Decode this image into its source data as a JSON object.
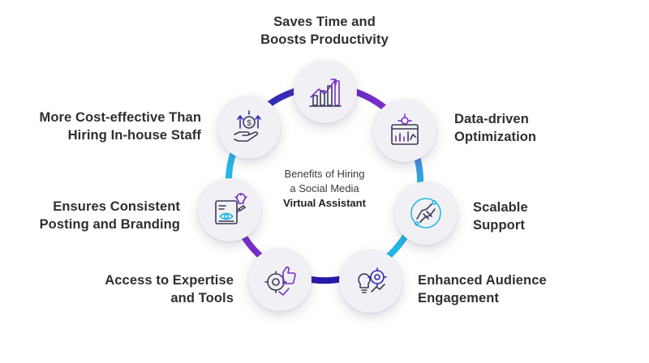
{
  "center": {
    "line1": "Benefits of Hiring",
    "line2": "a Social Media",
    "line3": "Virtual Assistant"
  },
  "benefits": [
    {
      "line1": "Saves Time and",
      "line2": "Boosts Productivity",
      "icon": "growth-chart-icon"
    },
    {
      "line1": "Data-driven",
      "line2": "Optimization",
      "icon": "data-dashboard-icon"
    },
    {
      "line1": "Scalable",
      "line2": "Support",
      "icon": "handshake-icon"
    },
    {
      "line1": "Enhanced Audience",
      "line2": "Engagement",
      "icon": "idea-gear-icon"
    },
    {
      "line1": "Access to Expertise",
      "line2": "and Tools",
      "icon": "gear-thumbs-up-icon"
    },
    {
      "line1": "Ensures Consistent",
      "line2": "Posting and Branding",
      "icon": "branding-document-icon"
    },
    {
      "line1": "More Cost-effective Than",
      "line2": "Hiring In-house Staff",
      "icon": "cost-savings-icon"
    }
  ],
  "colors": {
    "ring_dark_blue": "#2d2bb5",
    "ring_purple": "#7a2ec8",
    "ring_light_blue": "#27b6e6",
    "ring_navy": "#1f1aa0",
    "icon_stroke": "#3a3a5a",
    "node_fill": "#f1f1f5"
  }
}
